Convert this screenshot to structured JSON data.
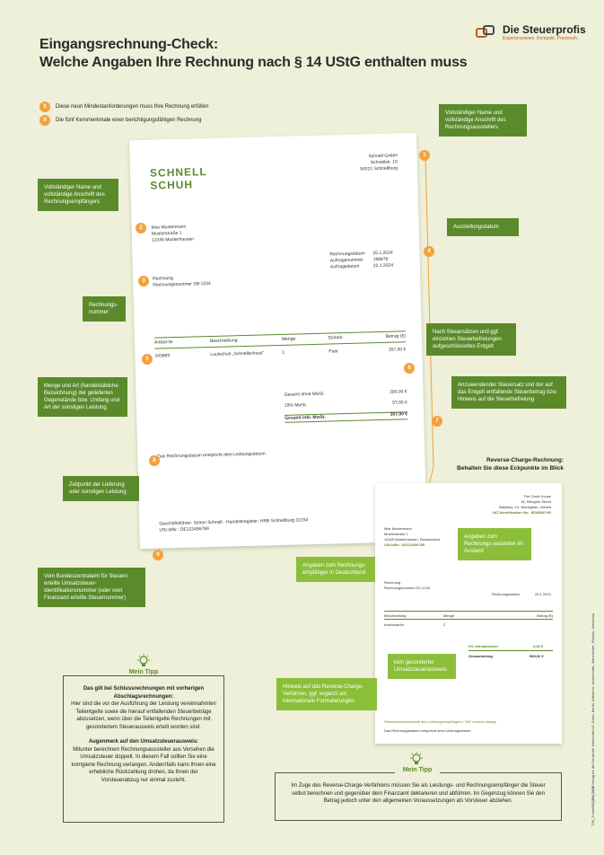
{
  "title_line1": "Eingangsrechnung-Check:",
  "title_line2": "Welche Angaben Ihre Rechnung nach § 14 UStG enthalten muss",
  "brand": {
    "name": "Die Steuerprofis",
    "tagline": "Expertenwissen. Kompakt. Praxisnah."
  },
  "legend": [
    {
      "marker": "X",
      "text": "Diese neun Mindestanforderungen muss Ihre Rechnung erfüllen",
      "color": "#f2a23c"
    },
    {
      "marker": "X",
      "text": "Die fünf Kernmerkmale einer berichtigungsfähigen Rechnung",
      "color": "#f2a23c"
    }
  ],
  "callouts": {
    "c1": "Vollständiger Name und vollständige Anschrift des Rechnungsausstellers",
    "c2": "Vollständiger Name und vollständige Anschrift des Rechnungsempfängers",
    "c3": "Rechnungs-nummer",
    "c4": "Ausstellungsdatum",
    "c5": "Menge und Art (handelsübliche Bezeichnung) der gelieferten Gegenstände bzw. Umfang und Art der sonstigen Leistung",
    "c6": "Nach Steuersätzen und ggf. einzelnen Steuerbefreiungen aufgeschlüsseltes Entgelt",
    "c7": "Anzuwendender Steuersatz und der auf das Entgelt entfallende Steuerbetrag bzw. Hinweis auf die Steuerbefreiung",
    "c8": "Zeitpunkt der Lieferung oder sonstigen Leistung",
    "c9": "Vom Bundeszentralamt für Steuern erteilte Umsatzsteuer-Identifikationsnummer (oder vom Finanzamt erteilte Steuernummer)"
  },
  "numbers": [
    "1",
    "2",
    "3",
    "4",
    "5",
    "6",
    "7",
    "8",
    "9"
  ],
  "invoice": {
    "logo1": "SCHNELL",
    "logo2": "SCHUH",
    "sender": [
      "Schnell GmbH",
      "Schnellstr. 10",
      "54321 Schnellburg"
    ],
    "recipient": [
      "Max Mustermann",
      "Musterstraße 1",
      "12345 Musterhausen"
    ],
    "dates_labels": [
      "Rechnungsdatum",
      "Auftragsnummer",
      "Auftragsdatum"
    ],
    "dates_values": [
      "25.1.2024",
      "198879",
      "22.1.2024"
    ],
    "subject": "Rechnung",
    "invoice_no": "Rechnungsnummer SB-1234",
    "cols": [
      "Artikel-Nr.",
      "Beschreibung",
      "Menge",
      "Einheit",
      "Betrag (€)"
    ],
    "row": [
      "343869",
      "Laufschuh „Schnellschuss“",
      "1",
      "Paar",
      "357,00 €"
    ],
    "sum_labels": [
      "Gesamt ohne MwSt.",
      "19% MwSt.",
      "Gesamt inkl. MwSt."
    ],
    "sum_values": [
      "300,00 €",
      "57,00 €",
      "357,00 €"
    ],
    "delivery_note": "Das Rechnungsdatum entspricht dem Leistungsdatum.",
    "footer1": "Geschäftsführer: Simon Schnell · Handelsregister: HRB Schnellburg 32154",
    "footer2": "USt-IdNr.: DE123456789"
  },
  "rc": {
    "heading1": "Reverse-Charge-Rechnung:",
    "heading2": "Behalten Sie diese Eckpunkte im Blick",
    "sender": [
      "The Clock House",
      "16, Ellington Street",
      "Ballybay, Co. Monaghan, Ireland",
      "VAT-Identification No.: IE3669874R"
    ],
    "recipient": [
      "Max Mustermann",
      "Musterstraße 1",
      "12345 Musterhausen, Deutschland",
      "USt-IdNr.: DE123456789"
    ],
    "subject": "Rechnung",
    "invoice_no": "Rechnungsnummer RJ-1234",
    "date_label": "Rechnungsdatum",
    "date_value": "25.1.2024",
    "cols": [
      "Beschreibung",
      "Menge",
      "Betrag (€)"
    ],
    "row": [
      "Armbanduhr",
      "2",
      ""
    ],
    "vat_label": "0% Umsatzsteuer",
    "vat_value": "0,00 €",
    "total_label": "Gesamtbetrag",
    "total_value": "589,00 €",
    "rc_note": "Steuerschuldnerschaft des Leistungsempfängers / VAT reverse charge",
    "delivery_note": "Das Rechnungsdatum entspricht dem Leistungsdatum.",
    "callout_a": "Angaben zum Rechnungs-aussteller im Ausland",
    "callout_b": "Angaben zum Rechnungs-empfänger in Deutschland",
    "callout_c": "kein gesonderter Umsatzsteuerausweis",
    "callout_d": "Hinweis auf das Reverse-Charge-Verfahren, ggf. ergänzt um internationale Formulierungen"
  },
  "tip1": {
    "head": "Mein Tipp",
    "p1_title": "Das gilt bei Schlussrechnungen mit vorherigen Abschlagsrechnungen:",
    "p1": "Hier sind die vor der Ausführung der Leistung vereinnahmten Teilentgelte sowie die hierauf entfallenden Steuerbeträge abzusetzen, wenn über die Teilentgelte Rechnungen mit gesondertem Steuerausweis erteilt worden sind.",
    "p2_title": "Augenmerk auf den Umsatzsteuerausweis:",
    "p2": "Mitunter berechnen Rechnungsaussteller aus Versehen die Umsatzsteuer doppelt. In diesem Fall sollten Sie eine korrigierte Rechnung verlangen. Andernfalls kann Ihnen eine erhebliche Rückzahlung drohen, da Ihnen der Vorsteuerabzug nur einmal zusteht."
  },
  "tip2": {
    "head": "Mein Tipp",
    "text": "Im Zuge des Reverse-Charge-Verfahrens müssen Sie als Leistungs- und Rechnungsempfänger die Steuer selbst berechnen und gegenüber dem Finanzamt deklarieren und abführen. Im Gegenzug können Sie den Betrag jedoch unter den allgemeinen Voraussetzungen als Vorsteuer abziehen."
  },
  "side_right": "© 2024 VNR Verlag für die Deutsche Wirtschaft AG, Bonn, Berlin, Bukarest, Jacksonville, Manchester, Passau, Warschau",
  "side_right2": "TSK_Poster-M_EN_0124"
}
